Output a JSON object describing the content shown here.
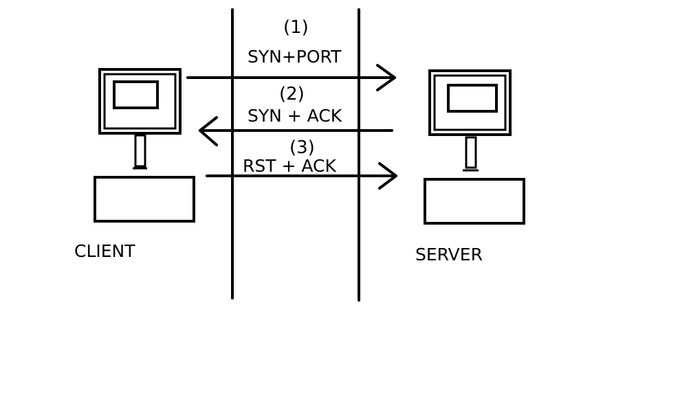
{
  "colors": {
    "ink": "#000000",
    "background": "#ffffff"
  },
  "nodes": {
    "client": {
      "label": "CLIENT",
      "icon": "computer-icon"
    },
    "server": {
      "label": "SERVER",
      "icon": "computer-icon"
    }
  },
  "messages": [
    {
      "step": "(1)",
      "label": "SYN+PORT",
      "from": "client",
      "to": "server"
    },
    {
      "step": "(2)",
      "label": "SYN + ACK",
      "from": "server",
      "to": "client"
    },
    {
      "step": "(3)",
      "label": "RST + ACK",
      "from": "client",
      "to": "server"
    }
  ]
}
